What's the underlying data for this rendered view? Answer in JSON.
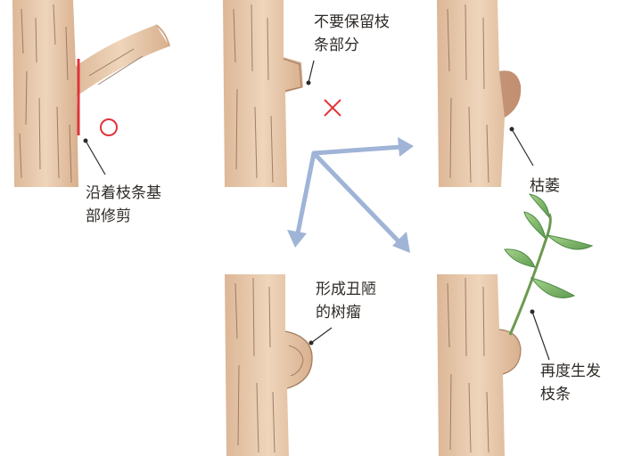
{
  "illustrations": {
    "cut_at_base": {
      "caption": [
        "沿着枝条基",
        "部修剪"
      ],
      "mark": "○"
    },
    "leave_stub": {
      "caption": [
        "不要保留枝",
        "条部分"
      ],
      "mark": "×"
    },
    "withered": {
      "caption": [
        "枯萎"
      ]
    },
    "ugly_burl": {
      "caption": [
        "形成丑陋",
        "的树瘤"
      ]
    },
    "regrow": {
      "caption": [
        "再度生发",
        "枝条"
      ]
    }
  },
  "colors": {
    "bark": "#e8c9aa",
    "bark_shade": "#cfa585",
    "bark_line": "#8a6a55",
    "cut_line": "#e0343a",
    "arrow": "#9fb4d6",
    "leaf": "#7fb86a",
    "leaf_dark": "#4e8a45"
  }
}
